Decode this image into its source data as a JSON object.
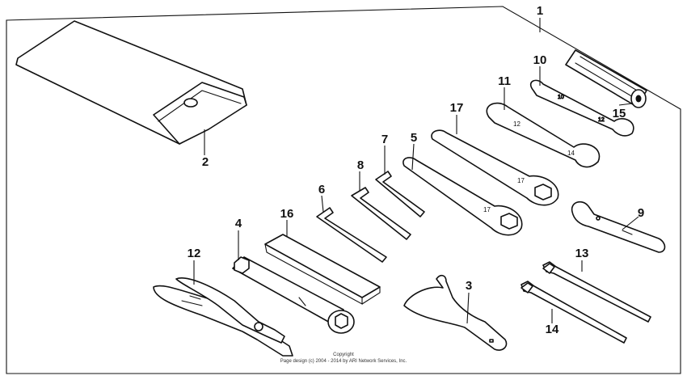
{
  "parts": [
    {
      "id": "1",
      "label": "1"
    },
    {
      "id": "2",
      "label": "2"
    },
    {
      "id": "3",
      "label": "3"
    },
    {
      "id": "4",
      "label": "4"
    },
    {
      "id": "5",
      "label": "5"
    },
    {
      "id": "6",
      "label": "6"
    },
    {
      "id": "7",
      "label": "7"
    },
    {
      "id": "8",
      "label": "8"
    },
    {
      "id": "9",
      "label": "9"
    },
    {
      "id": "10",
      "label": "10"
    },
    {
      "id": "11",
      "label": "11"
    },
    {
      "id": "12",
      "label": "12"
    },
    {
      "id": "13",
      "label": "13"
    },
    {
      "id": "14",
      "label": "14"
    },
    {
      "id": "15",
      "label": "15"
    },
    {
      "id": "16",
      "label": "16"
    },
    {
      "id": "17",
      "label": "17"
    }
  ],
  "wrench_markings": {
    "w10_a": "10",
    "w10_b": "12",
    "w11_a": "12",
    "w11_b": "14",
    "w17": "17",
    "w5": "17"
  },
  "copyright": {
    "line1": "Copyright",
    "line2": "Page design (c) 2004 - 2014 by ARI Network Services, Inc."
  }
}
